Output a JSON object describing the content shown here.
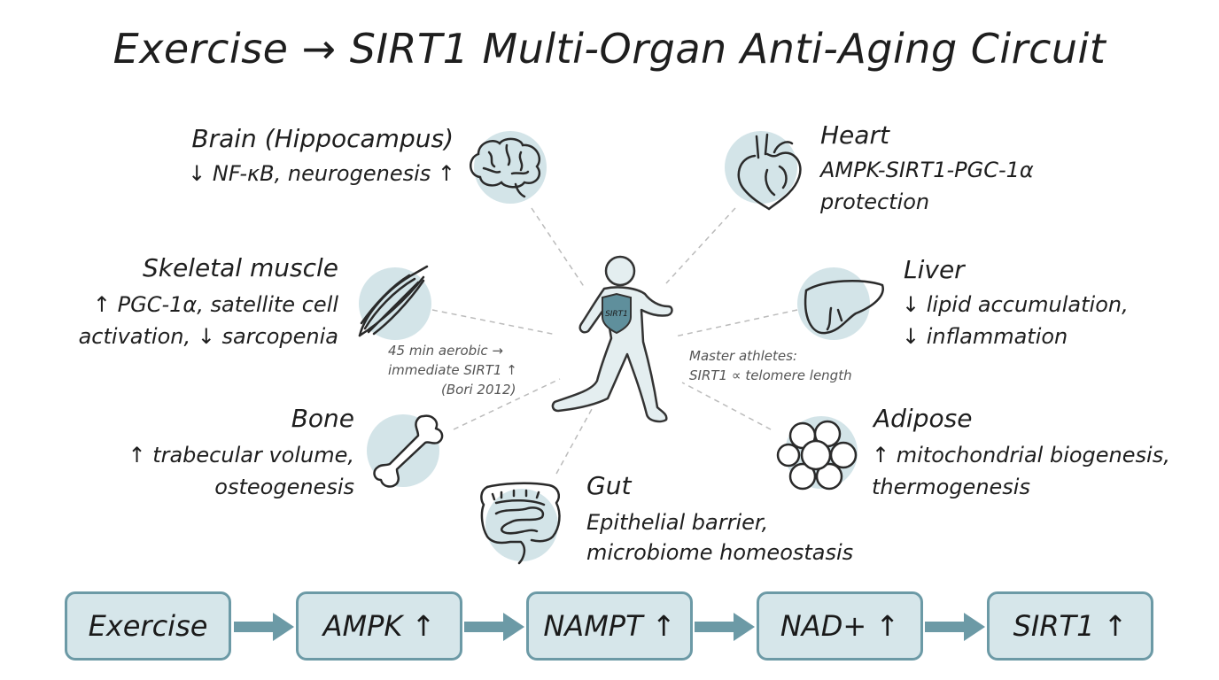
{
  "title": "Exercise → SIRT1 Multi-Organ Anti-Aging Circuit",
  "center": {
    "badge": "SIRT1",
    "note_left": [
      "45 min aerobic →",
      "immediate SIRT1 ↑",
      "(Bori 2012)"
    ],
    "note_right": [
      "Master athletes:",
      "SIRT1 ∝ telomere length"
    ]
  },
  "organs": {
    "brain": {
      "name": "Brain (Hippocampus)",
      "lines": [
        "↓ NF-κB, neurogenesis ↑"
      ]
    },
    "heart": {
      "name": "Heart",
      "lines": [
        "AMPK-SIRT1-PGC-1α",
        "protection"
      ]
    },
    "muscle": {
      "name": "Skeletal muscle",
      "lines": [
        "↑ PGC-1α, satellite cell",
        "activation, ↓ sarcopenia"
      ]
    },
    "liver": {
      "name": "Liver",
      "lines": [
        "↓ lipid accumulation,",
        "↓ inflammation"
      ]
    },
    "bone": {
      "name": "Bone",
      "lines": [
        "↑ trabecular volume,",
        "osteogenesis"
      ]
    },
    "adipose": {
      "name": "Adipose",
      "lines": [
        "↑ mitochondrial biogenesis,",
        "thermogenesis"
      ]
    },
    "gut": {
      "name": "Gut",
      "lines": [
        "Epithelial barrier,",
        "microbiome homeostasis"
      ]
    }
  },
  "flow": [
    "Exercise",
    "AMPK ↑",
    "NAMPT ↑",
    "NAD+ ↑",
    "SIRT1 ↑"
  ],
  "colors": {
    "accent": "#6c9aa6",
    "fill": "#d6e6ea",
    "icon_bg": "#d3e4e8"
  }
}
